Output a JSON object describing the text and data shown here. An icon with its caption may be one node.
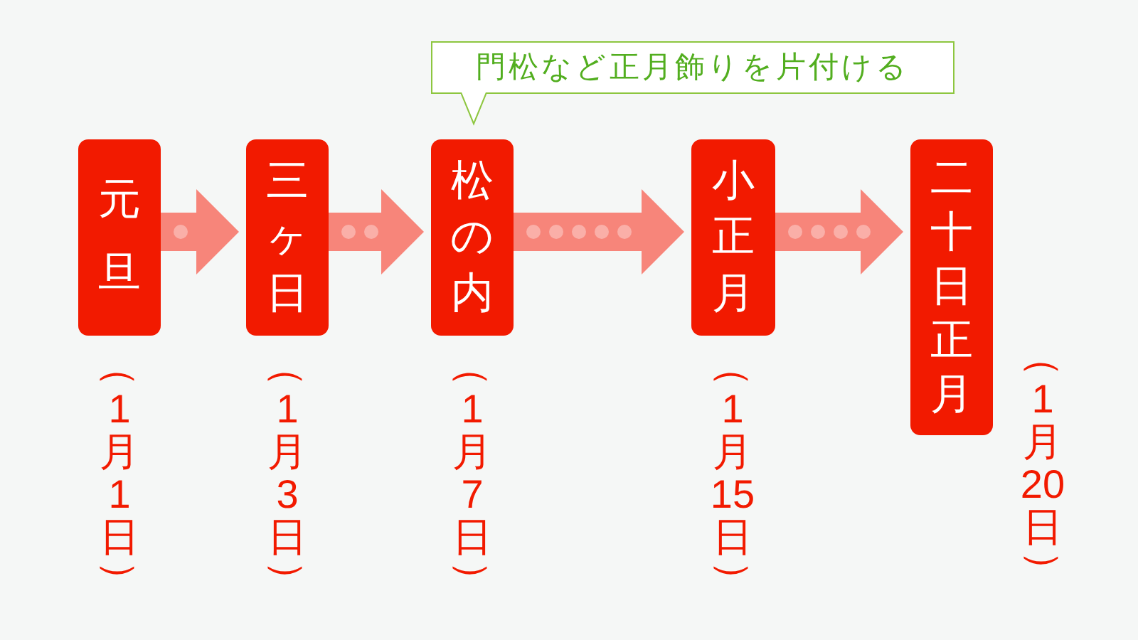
{
  "diagram": {
    "nodes": [
      {
        "text": [
          "元旦"
        ],
        "beside": [
          "（1月1日）"
        ]
      },
      {
        "text": [
          "三ヶ日"
        ],
        "beside": [
          "（1月3日）"
        ]
      },
      {
        "text": [
          "松の内"
        ],
        "beside": [
          "（1月7日）"
        ]
      },
      {
        "text": [
          "小正月"
        ],
        "beside": [
          "（1月15日）"
        ]
      },
      {
        "text": [
          "二十日正月"
        ],
        "beside": [
          "（1月20日）"
        ]
      },
      {
        "text": [
          "門松など正月飾りを片付ける"
        ]
      }
    ],
    "edges": [
      {
        "from": 0,
        "to": 1,
        "arrow": "to"
      },
      {
        "from": 1,
        "to": 2,
        "arrow": "to"
      },
      {
        "from": 2,
        "to": 3,
        "arrow": "to"
      },
      {
        "from": 3,
        "to": 4,
        "arrow": "to"
      }
    ]
  }
}
